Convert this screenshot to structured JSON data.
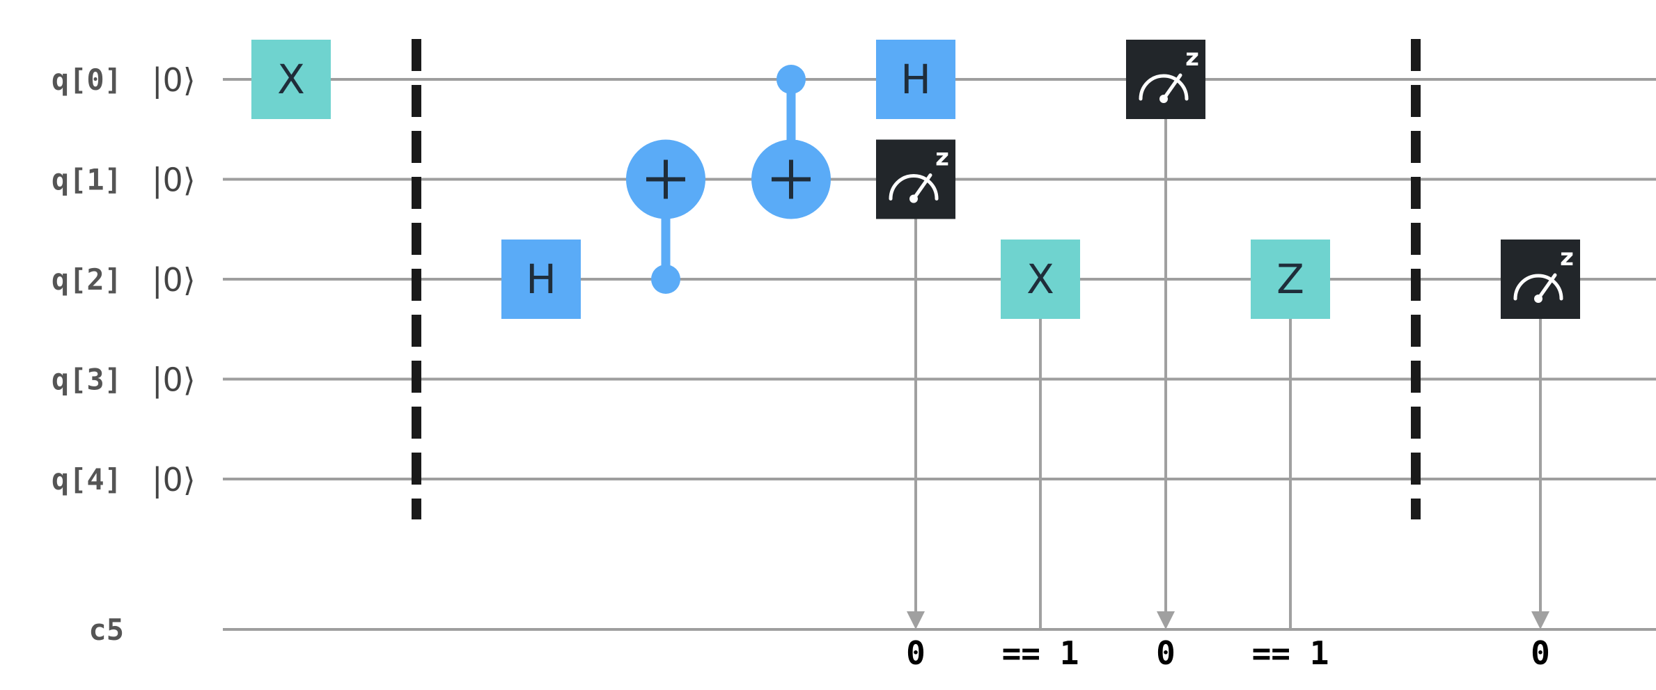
{
  "colors": {
    "wire": "#9e9e9e",
    "single_qubit_gate": "#6fd3cf",
    "hadamard_gate": "#5aabf7",
    "controlled_gate": "#5aabf7",
    "measure_gate": "#22262a",
    "measure_symbol": "#ffffff",
    "barrier": "#1a1a1a",
    "classical_line": "#a0a0a0",
    "gate_text": "#1f2d3a",
    "label_text": "#555555"
  },
  "qubits": [
    {
      "label": "q[0]",
      "init": "|0⟩"
    },
    {
      "label": "q[1]",
      "init": "|0⟩"
    },
    {
      "label": "q[2]",
      "init": "|0⟩"
    },
    {
      "label": "q[3]",
      "init": "|0⟩"
    },
    {
      "label": "q[4]",
      "init": "|0⟩"
    }
  ],
  "classical_register": {
    "label": "c5"
  },
  "operations": [
    {
      "type": "gate",
      "name": "X",
      "qubit": 0,
      "column": 0,
      "color": "single"
    },
    {
      "type": "barrier",
      "column": 1,
      "qubits": [
        0,
        1,
        2,
        3,
        4
      ]
    },
    {
      "type": "gate",
      "name": "H",
      "qubit": 2,
      "column": 2,
      "color": "hadamard"
    },
    {
      "type": "cnot",
      "control": 2,
      "target": 1,
      "column": 3
    },
    {
      "type": "cnot",
      "control": 0,
      "target": 1,
      "column": 4
    },
    {
      "type": "gate",
      "name": "H",
      "qubit": 0,
      "column": 5,
      "color": "hadamard"
    },
    {
      "type": "measure",
      "qubit": 1,
      "column": 5,
      "bit_label": "0"
    },
    {
      "type": "gate",
      "name": "X",
      "qubit": 2,
      "column": 6,
      "color": "single",
      "condition": "== 1"
    },
    {
      "type": "measure",
      "qubit": 0,
      "column": 7,
      "bit_label": "0"
    },
    {
      "type": "gate",
      "name": "Z",
      "qubit": 2,
      "column": 8,
      "color": "single",
      "condition": "== 1"
    },
    {
      "type": "barrier",
      "column": 9,
      "qubits": [
        0,
        1,
        2,
        3,
        4
      ]
    },
    {
      "type": "measure",
      "qubit": 2,
      "column": 10,
      "bit_label": "0"
    }
  ]
}
